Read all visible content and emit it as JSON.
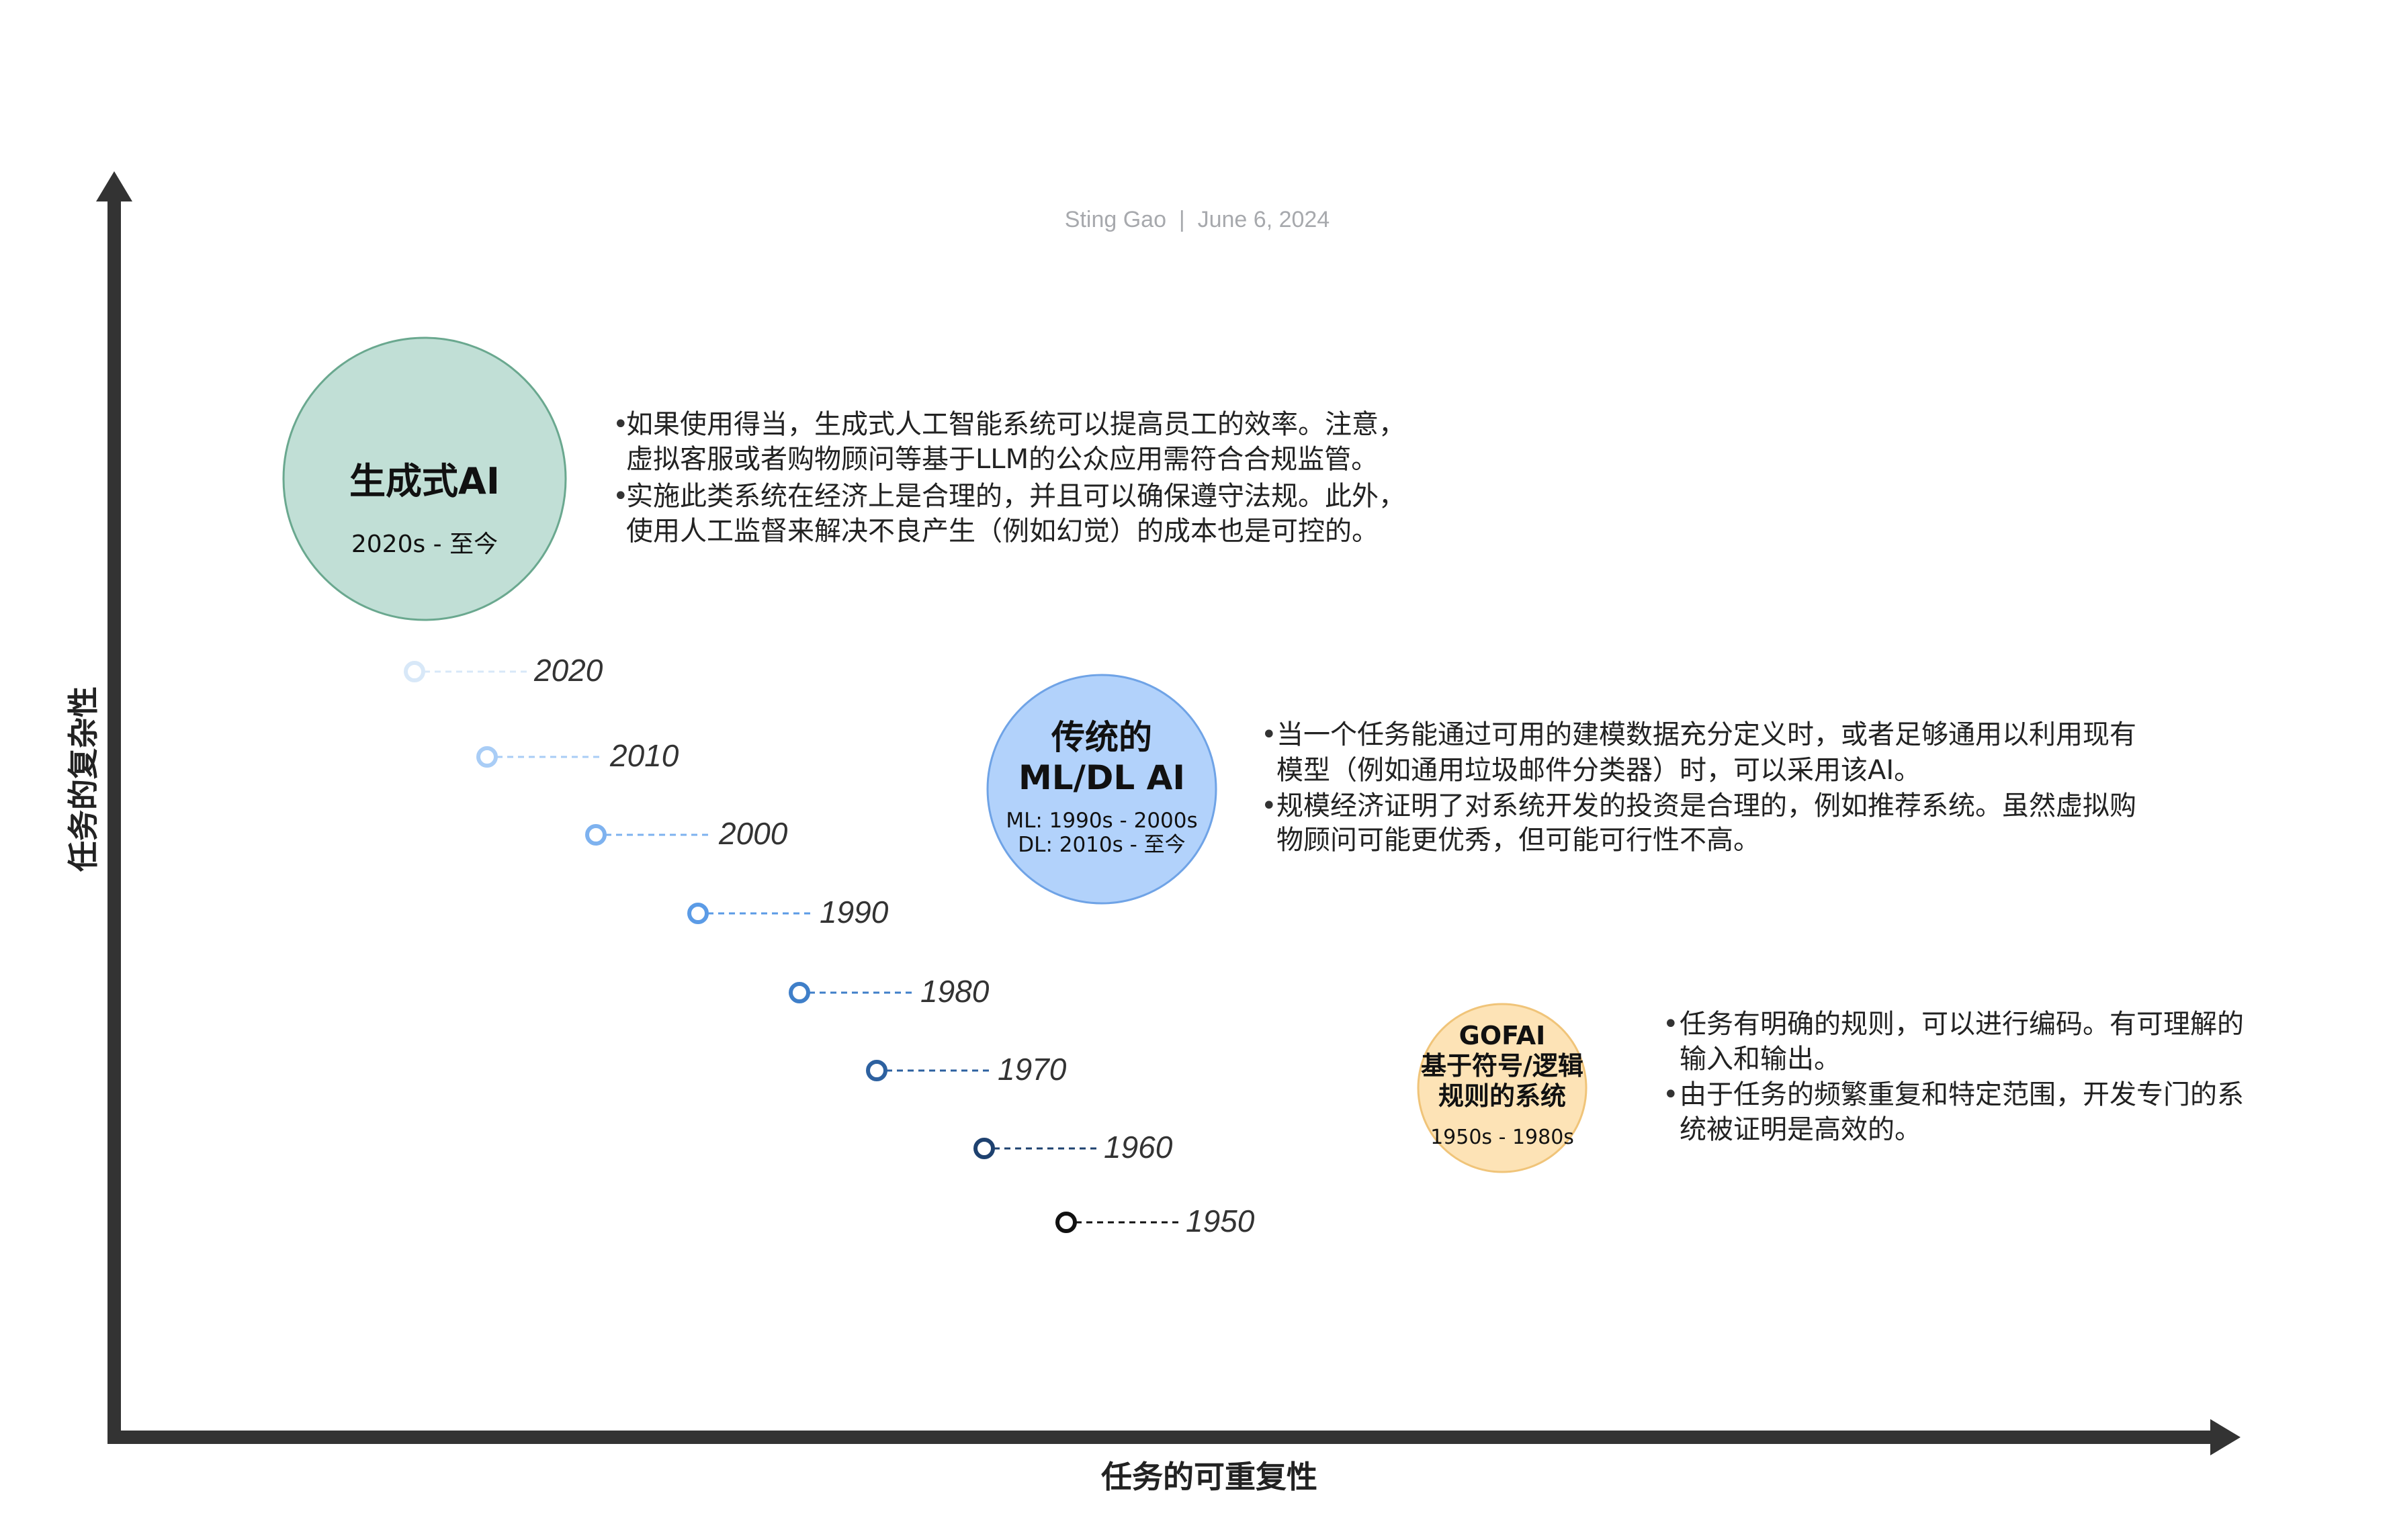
{
  "author_line": "Sting Gao  |  June 6, 2024",
  "axes": {
    "y_label": "任务的复杂性",
    "x_label": "任务的可重复性"
  },
  "eras": [
    {
      "id": "genai",
      "title_lines": [
        "生成式AI"
      ],
      "period_lines": [
        "2020s -  至今"
      ],
      "fill": "#c1dfd6",
      "stroke": "#6aa88f",
      "bullets": [
        [
          "如果使用得当，生成式人工智能系统可以提高员工的效率。注意，",
          "虚拟客服或者购物顾问等基于LLM的公众应用需符合合规监管。"
        ],
        [
          "实施此类系统在经济上是合理的，并且可以确保遵守法规。此外，",
          "使用人工监督来解决不良产生（例如幻觉）的成本也是可控的。"
        ]
      ]
    },
    {
      "id": "mldl",
      "title_lines": [
        "传统的",
        "ML/DL AI"
      ],
      "period_lines": [
        "ML: 1990s - 2000s",
        "DL: 2010s -  至今"
      ],
      "fill": "#b2d2fb",
      "stroke": "#6fa3e6",
      "bullets": [
        [
          "当一个任务能通过可用的建模数据充分定义时，或者足够通用以利用现有",
          "模型（例如通用垃圾邮件分类器）时，可以采用该AI。"
        ],
        [
          "规模经济证明了对系统开发的投资是合理的，例如推荐系统。虽然虚拟购",
          "物顾问可能更优秀，但可能可行性不高。"
        ]
      ]
    },
    {
      "id": "gofai",
      "title_lines": [
        "GOFAI",
        "基于符号/逻辑",
        "规则的系统"
      ],
      "period_lines": [
        "1950s - 1980s"
      ],
      "fill": "#fde3b6",
      "stroke": "#f0c479",
      "bullets": [
        [
          "任务有明确的规则，可以进行编码。有可理解的",
          "输入和输出。"
        ],
        [
          "由于任务的频繁重复和特定范围，开发专门的系",
          "统被证明是高效的。"
        ]
      ]
    }
  ],
  "timeline": [
    {
      "year": "2020",
      "color": "#d8e8f8"
    },
    {
      "year": "2010",
      "color": "#a9cdf6"
    },
    {
      "year": "2000",
      "color": "#7eb2ef"
    },
    {
      "year": "1990",
      "color": "#5b9be6"
    },
    {
      "year": "1980",
      "color": "#3f7fc9"
    },
    {
      "year": "1970",
      "color": "#2d61a0"
    },
    {
      "year": "1960",
      "color": "#1e416f"
    },
    {
      "year": "1950",
      "color": "#111111"
    }
  ]
}
